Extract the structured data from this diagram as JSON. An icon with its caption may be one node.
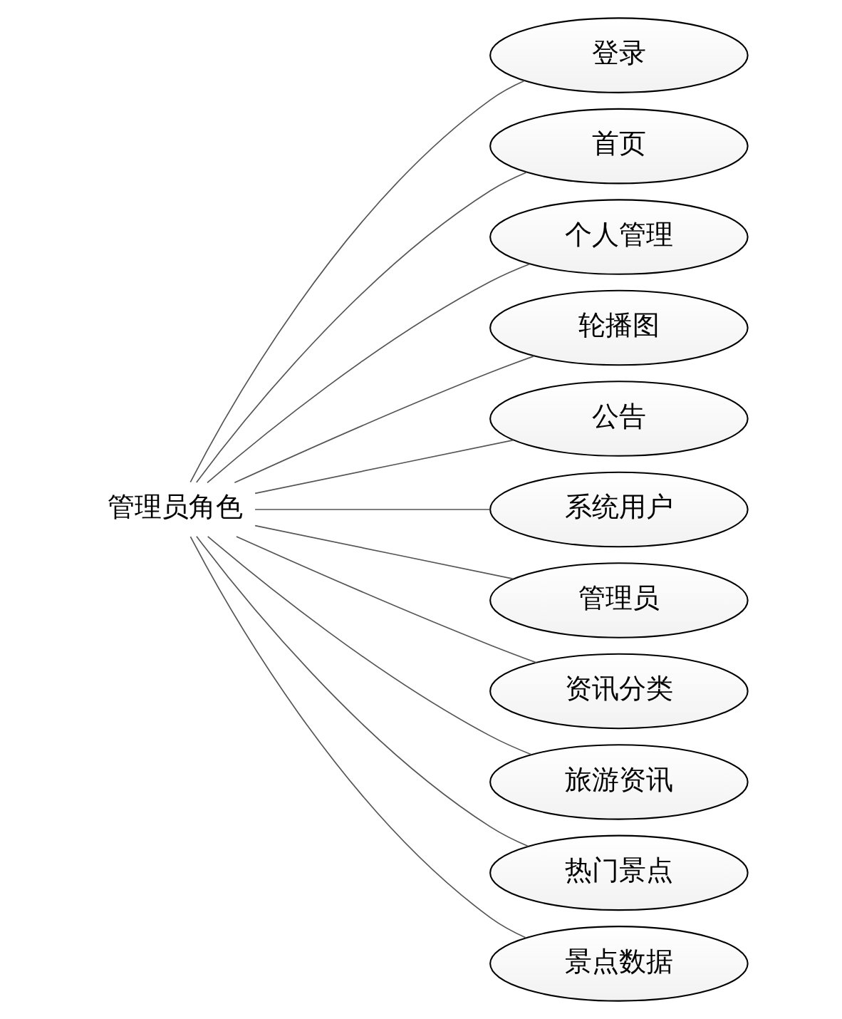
{
  "diagram": {
    "nodes": [
      {
        "text": [
          "管理员角色"
        ]
      },
      {
        "text": [
          "登录"
        ]
      },
      {
        "text": [
          "首页"
        ]
      },
      {
        "text": [
          "个人管理"
        ]
      },
      {
        "text": [
          "轮播图"
        ]
      },
      {
        "text": [
          "公告"
        ]
      },
      {
        "text": [
          "系统用户"
        ]
      },
      {
        "text": [
          "管理员"
        ]
      },
      {
        "text": [
          "资讯分类"
        ]
      },
      {
        "text": [
          "旅游资讯"
        ]
      },
      {
        "text": [
          "热门景点"
        ]
      },
      {
        "text": [
          "景点数据"
        ]
      }
    ],
    "edges": [
      {
        "from": 0,
        "to": 1,
        "arrow": "none"
      },
      {
        "from": 0,
        "to": 2,
        "arrow": "none"
      },
      {
        "from": 0,
        "to": 3,
        "arrow": "none"
      },
      {
        "from": 0,
        "to": 4,
        "arrow": "none"
      },
      {
        "from": 0,
        "to": 5,
        "arrow": "none"
      },
      {
        "from": 0,
        "to": 6,
        "arrow": "none"
      },
      {
        "from": 0,
        "to": 7,
        "arrow": "none"
      },
      {
        "from": 0,
        "to": 8,
        "arrow": "none"
      },
      {
        "from": 0,
        "to": 9,
        "arrow": "none"
      },
      {
        "from": 0,
        "to": 10,
        "arrow": "none"
      },
      {
        "from": 0,
        "to": 11,
        "arrow": "none"
      }
    ]
  }
}
